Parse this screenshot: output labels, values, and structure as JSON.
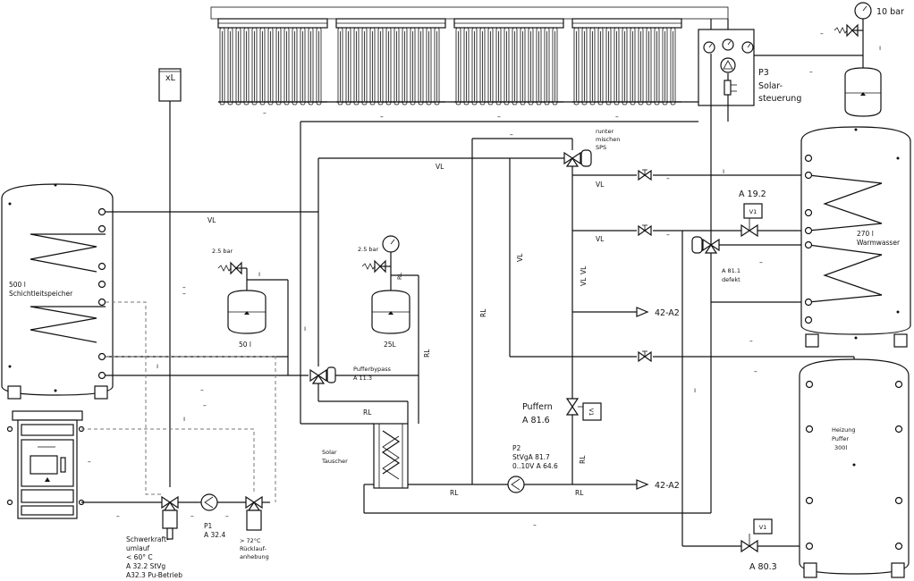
{
  "labels": {
    "bar10": "10 bar",
    "p3": "P3",
    "solar": "Solar-",
    "steuerung": "steuerung",
    "xl": "xL",
    "speicher_vol": "500 l",
    "speicher_name": "Schichtleitspeicher",
    "runter": "runter",
    "mischen": "mischen",
    "sps": "SPS",
    "a192": "A  19.2",
    "v1": "V1",
    "ww_vol": "270 l",
    "ww_name": "Warmwasser",
    "a811": "A  81.1",
    "defekt": "defekt",
    "bar25a": "2.5 bar",
    "bar25b": "2.5 bar",
    "vol50": "50 l",
    "vol25": "25L",
    "pufferbypass": "Pufferbypass",
    "a113": "A  11.3",
    "vl": "VL",
    "rl": "RL",
    "a42_1": "42-A2",
    "a42_2": "42-A2",
    "puffern": "Puffern",
    "a816": "A  81.6",
    "p2": "P2",
    "p2_stvga": "StVgA  81.7",
    "p2_range": "0..10V A  64.6",
    "solar_t1": "Solar",
    "solar_t2": "Tauscher",
    "heiz1": "Heizung",
    "heiz2": "Puffer",
    "heiz3": "300l",
    "p1": "P1",
    "a324": "A  32.4",
    "schw1": "Schwerkraft-",
    "schw2": "umlauf",
    "schw3": "< 60° C",
    "schw4": "A 32.2 StVg",
    "schw5": "A32.3 Pu-Betrieb",
    "r1": "> 72°C",
    "r2": "Rücklauf-",
    "r3": "anhebung",
    "a803": "A  80.3",
    "dash": "–",
    "tick": "ı"
  },
  "colors": {
    "line": "#111111",
    "dashed": "#777777",
    "background": "#ffffff"
  }
}
